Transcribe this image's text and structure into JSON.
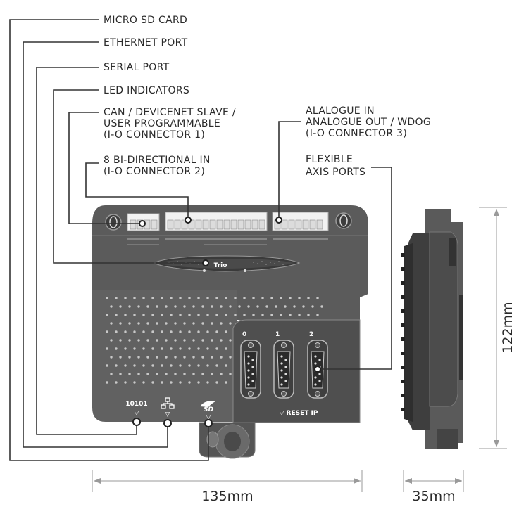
{
  "labels": {
    "micro_sd": "MICRO SD CARD",
    "ethernet": "ETHERNET PORT",
    "serial": "SERIAL PORT",
    "led": "LED INDICATORS",
    "can_line1": "CAN / DEVICENET SLAVE /",
    "can_line2": "USER PROGRAMMABLE",
    "can_line3": "(I-O CONNECTOR 1)",
    "bidir_line1": "8 BI-DIRECTIONAL IN",
    "bidir_line2": "(I-O CONNECTOR 2)",
    "analogue_line1": "ALALOGUE IN",
    "analogue_line2": "ANALOGUE OUT / WDOG",
    "analogue_line3": "(I-O CONNECTOR 3)",
    "axis_line1": "FLEXIBLE",
    "axis_line2": "AXIS PORTS"
  },
  "dimensions": {
    "width": "135mm",
    "height": "122mm",
    "depth": "35mm"
  },
  "device": {
    "serial_marking": "10101",
    "reset_label": "▽ RESET IP",
    "port_numbers": [
      "0",
      "1",
      "2"
    ],
    "sd_logo": "SD",
    "brand": "Trio"
  },
  "colors": {
    "body": "#5b5b5b",
    "body_dark": "#3e3e3e",
    "connector": "#f2f2f2",
    "lead": "#333333"
  }
}
